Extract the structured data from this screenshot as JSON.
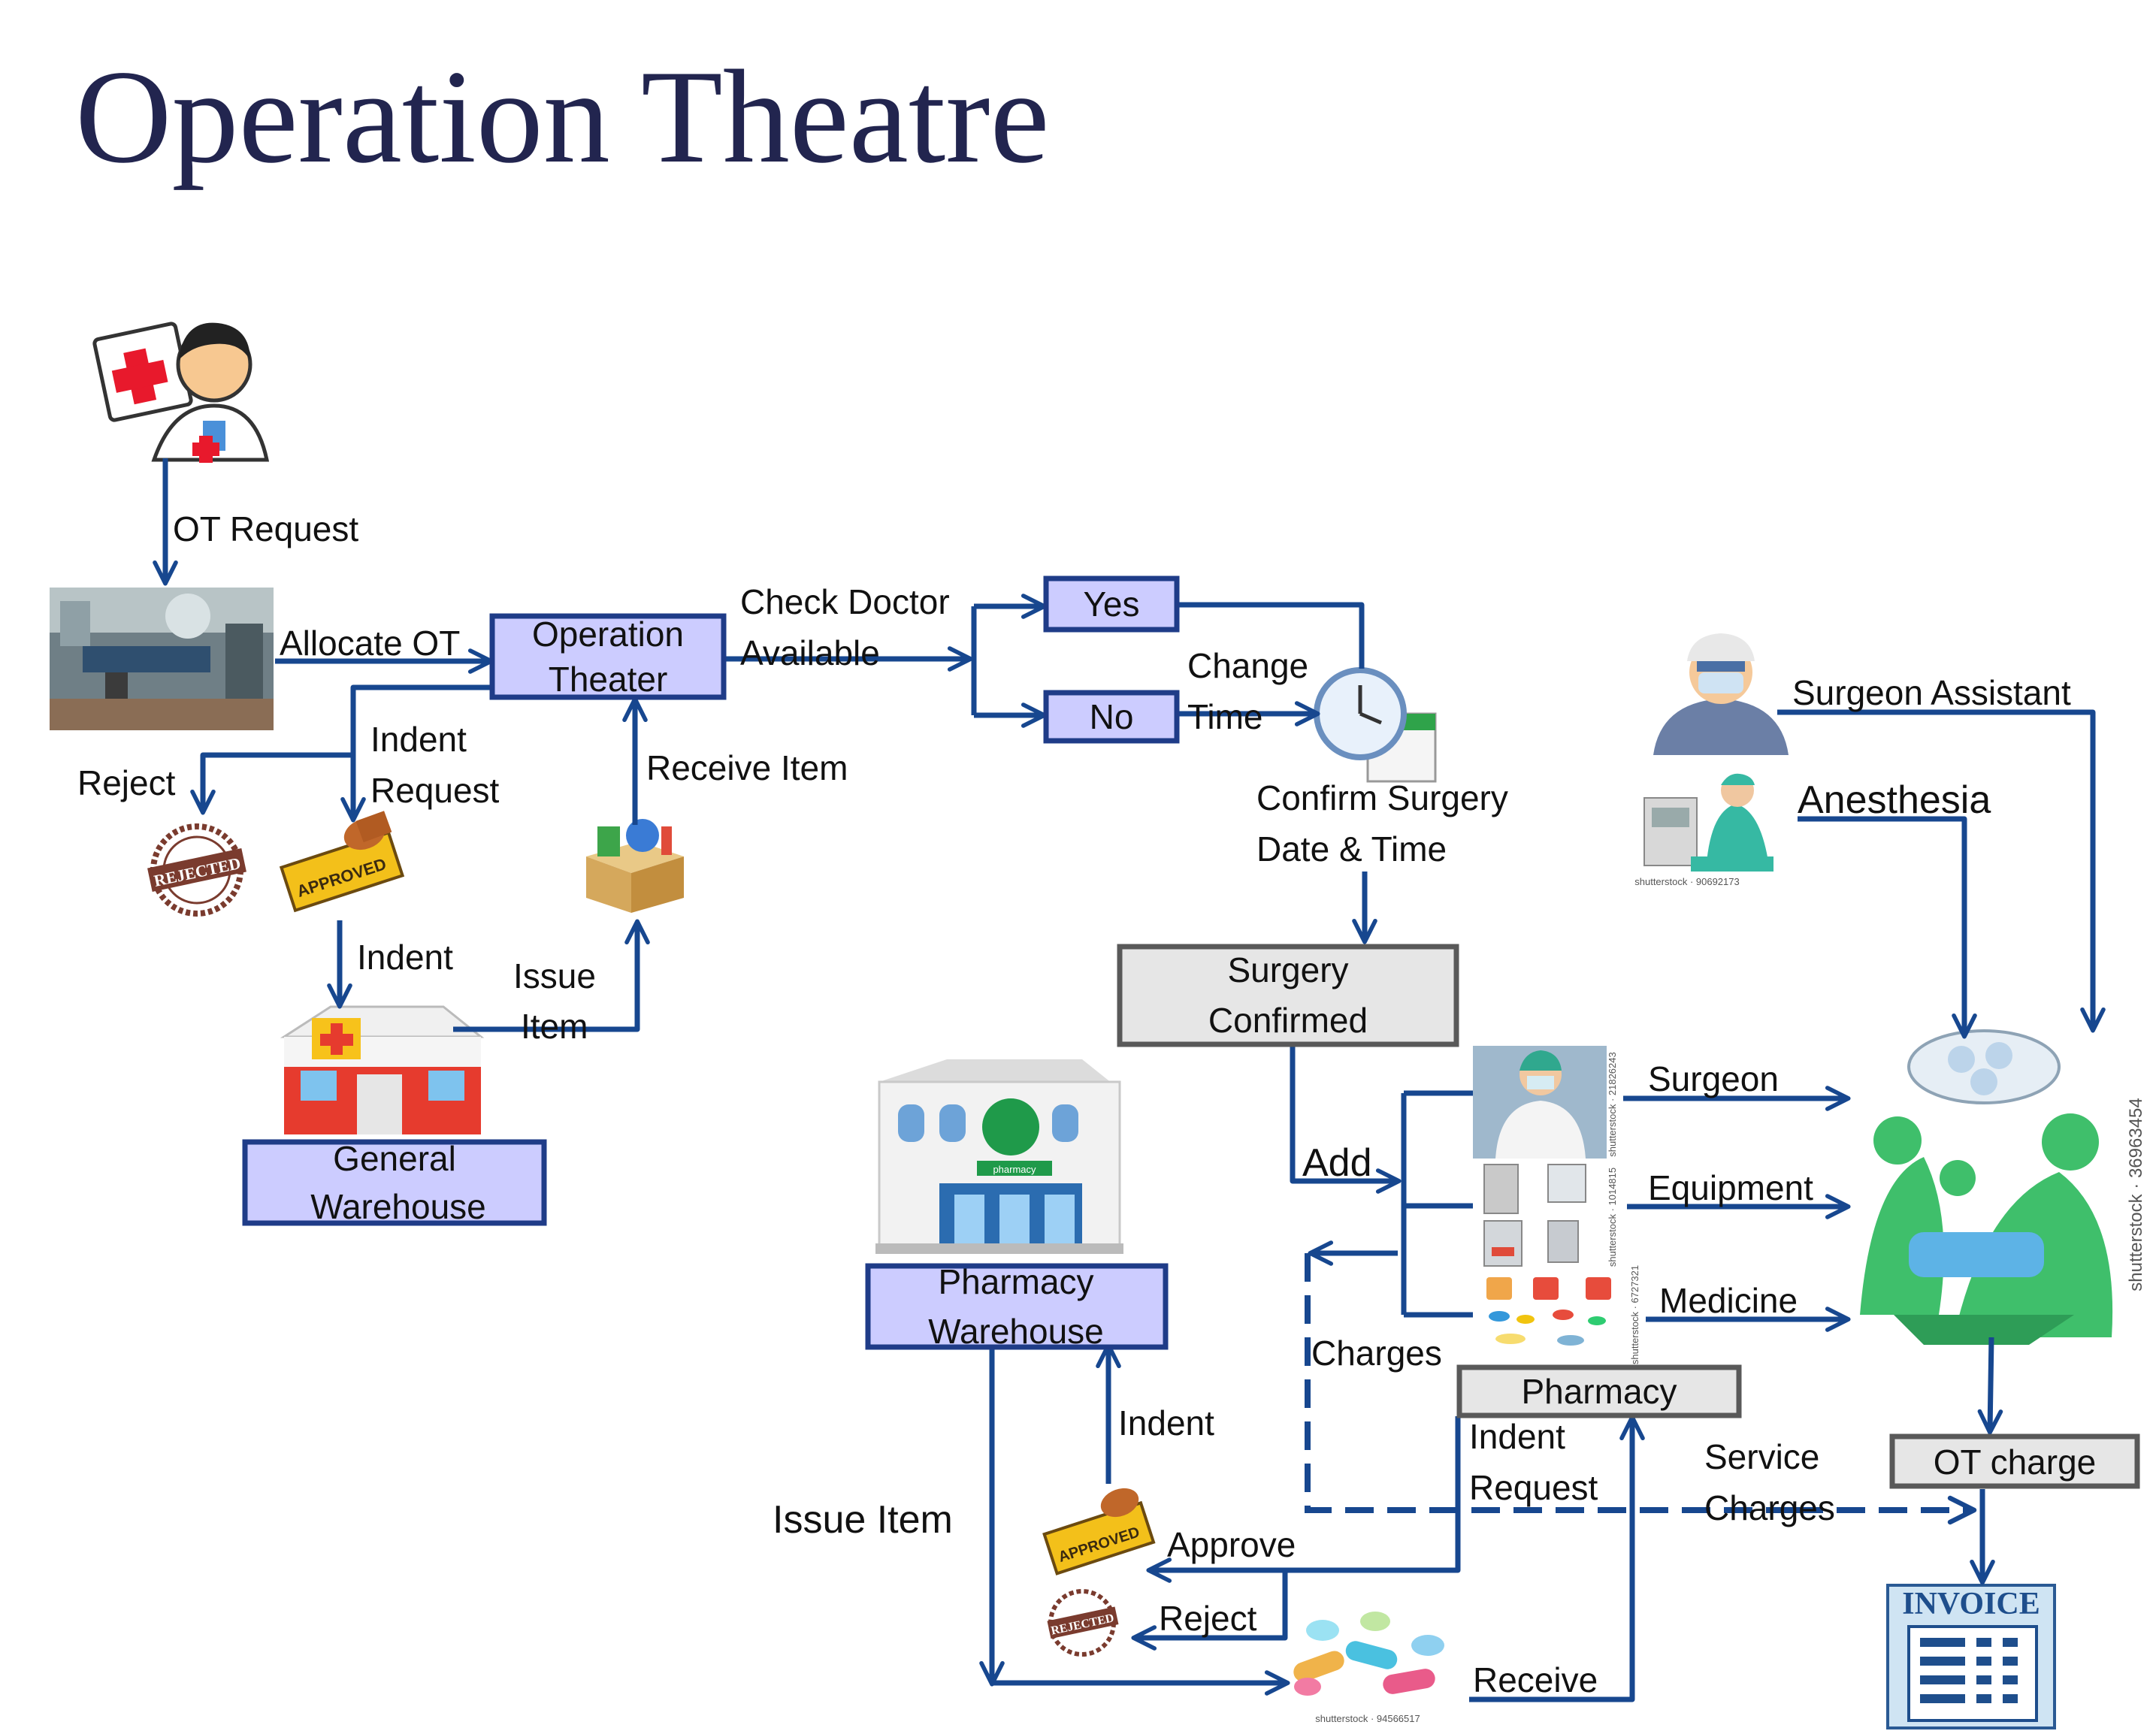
{
  "title": "Operation Theatre",
  "boxes": {
    "operation_theater": [
      "Operation",
      "Theater"
    ],
    "yes": "Yes",
    "no": "No",
    "general_warehouse": [
      "General",
      "Warehouse"
    ],
    "surgery_confirmed": [
      "Surgery",
      "Confirmed"
    ],
    "pharmacy_warehouse": [
      "Pharmacy",
      "Warehouse"
    ],
    "pharmacy": "Pharmacy",
    "ot_charge": "OT charge"
  },
  "labels": {
    "ot_request": "OT Request",
    "allocate_ot": "Allocate OT",
    "check_doctor": [
      "Check Doctor",
      "Available"
    ],
    "change_time": [
      "Change",
      "Time"
    ],
    "indent_request_top": [
      "Indent",
      "Request"
    ],
    "reject_top": "Reject",
    "receive_item": "Receive Item",
    "indent_top": "Indent",
    "issue_item_top": [
      "Issue",
      "Item"
    ],
    "confirm_surgery": [
      "Confirm Surgery",
      "Date & Time"
    ],
    "surgeon_assistant": "Surgeon  Assistant",
    "anesthesia": "Anesthesia",
    "add": "Add",
    "surgeon": "Surgeon",
    "equipment": "Equipment",
    "medicine": "Medicine",
    "charges": "Charges",
    "indent_request_bottom": [
      "Indent",
      "Request"
    ],
    "service_charges": [
      "Service",
      "Charges"
    ],
    "indent_bottom": "Indent",
    "issue_item_bottom": "Issue Item",
    "approve": "Approve",
    "reject_bottom": "Reject",
    "receive": "Receive"
  },
  "stamps": {
    "approved": "APPROVED",
    "rejected": "REJECTED",
    "invoice": "INVOICE",
    "pharmacy_sign": "pharmacy"
  },
  "watermarks": {
    "ot_image": "shutterstock · 36963454",
    "anesthesia_image": "shutterstock · 90692173",
    "pills_image": "shutterstock · 94566517",
    "surgeon_image": "shutterstock · 21826243",
    "equipment_image": "shutterstock · 1014815",
    "medicine_image": "shutterstock · 6727321"
  },
  "colors": {
    "arrow": "#17478f",
    "box_fill": "#ccccff",
    "box_stroke": "#1f3c88",
    "grey_box_fill": "#e6e6e6",
    "title": "#22254f"
  }
}
